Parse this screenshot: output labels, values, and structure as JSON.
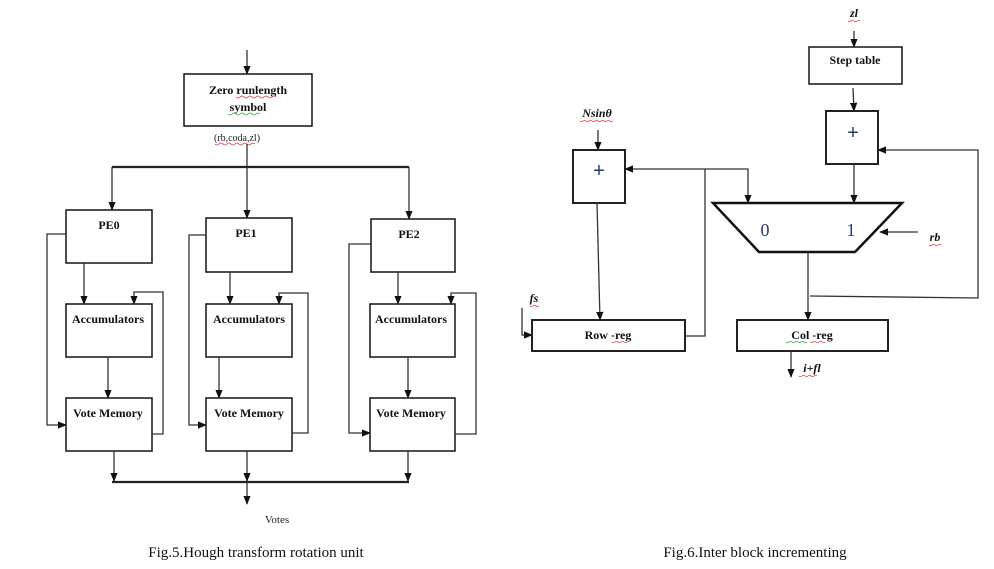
{
  "fig5": {
    "caption": "Fig.5.Hough transform rotation unit",
    "input_block": {
      "line1": "Zero runlength",
      "line2": "symbol"
    },
    "input_signal": "(rb,coda,zl)",
    "processing_elements": [
      {
        "pe": "PE0",
        "accumulator": "Accumulators",
        "memory": "Vote Memory"
      },
      {
        "pe": "PE1",
        "accumulator": "Accumulators",
        "memory": "Vote Memory"
      },
      {
        "pe": "PE2",
        "accumulator": "Accumulators",
        "memory": "Vote Memory"
      }
    ],
    "output_label": "Votes"
  },
  "fig6": {
    "caption": "Fig.6.Inter block incrementing",
    "inputs": {
      "zl": "zl",
      "nsin": "Nsinθ",
      "fs": "fs",
      "rb": "rb"
    },
    "step_table": "Step table",
    "adder_symbol": "+",
    "mux": {
      "in0": "0",
      "in1": "1"
    },
    "row_reg": "Row -reg",
    "col_reg": "Col -reg",
    "output": "i+fl"
  }
}
